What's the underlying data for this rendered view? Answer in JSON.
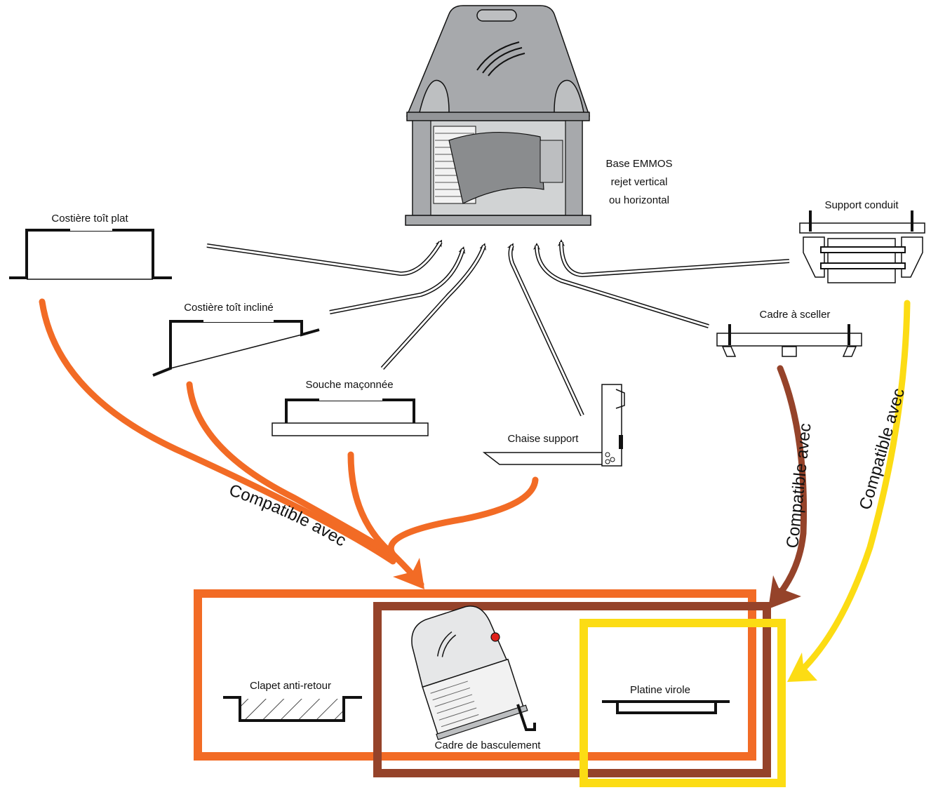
{
  "unit": {
    "label_line1": "Base EMMOS",
    "label_line2": "rejet vertical",
    "label_line3": "ou horizontal"
  },
  "accessories": {
    "costiere_plat": "Costière toît plat",
    "costiere_incline": "Costière toît incliné",
    "souche": "Souche maçonnée",
    "chaise": "Chaise support",
    "support_conduit": "Support conduit",
    "cadre_sceller": "Cadre à sceller"
  },
  "options": {
    "clapet": "Clapet anti-retour",
    "cadre_basculement": "Cadre de basculement",
    "platine": "Platine virole"
  },
  "compat": {
    "orange": "Compatible avec",
    "brown": "Compatible avec",
    "yellow": "Compatible avec"
  },
  "colors": {
    "orange": "#f26b25",
    "brown": "#95432a",
    "yellow": "#fcdc14",
    "unit_grey": "#a7a9ac",
    "unit_dark": "#6d6e71"
  }
}
